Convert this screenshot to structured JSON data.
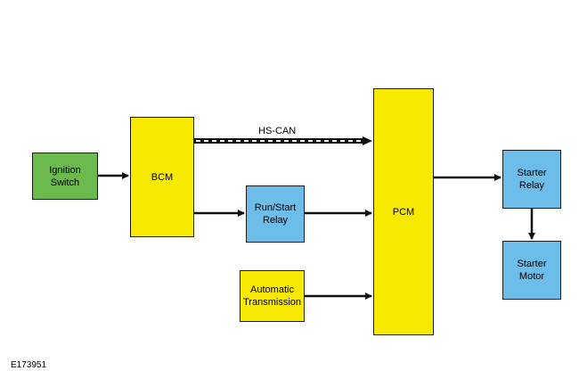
{
  "blocks": {
    "ignition_switch": "Ignition\nSwitch",
    "bcm": "BCM",
    "run_start_relay": "Run/Start\nRelay",
    "automatic_transmission": "Automatic\nTransmission",
    "pcm": "PCM",
    "starter_relay": "Starter\nRelay",
    "starter_motor": "Starter\nMotor"
  },
  "connections": {
    "hs_can_label": "HS-CAN"
  },
  "figure_id": "E173951",
  "colors": {
    "green": "#6cb94d",
    "yellow": "#f7e900",
    "blue": "#6cbde9",
    "line": "#111111"
  }
}
